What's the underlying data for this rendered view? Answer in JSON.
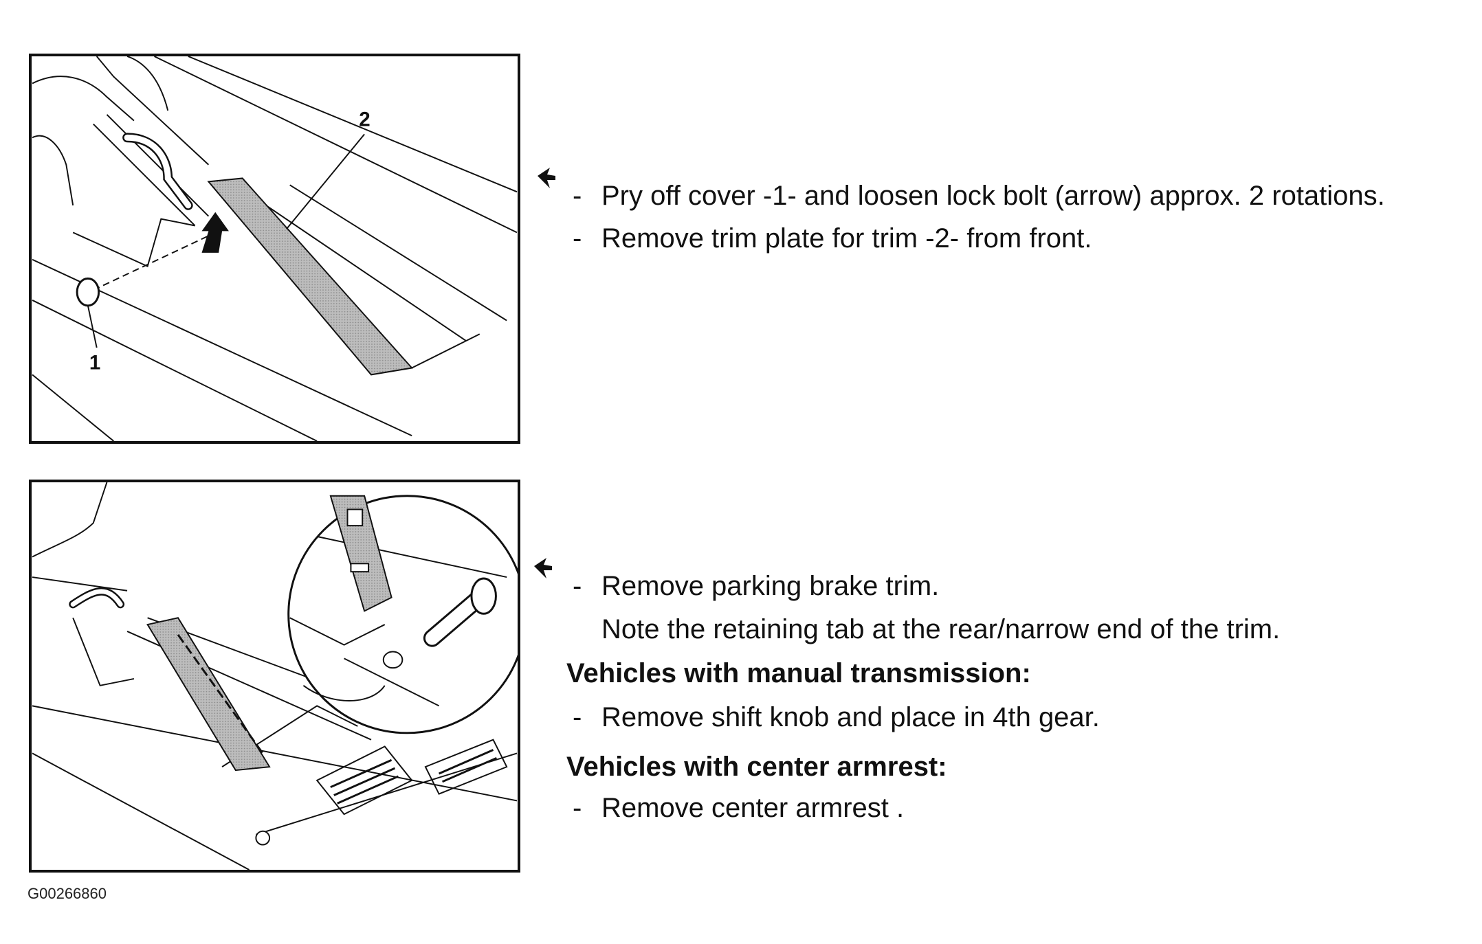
{
  "section1": {
    "figure": {
      "callouts": [
        "2",
        "1"
      ]
    },
    "pointer_icon": "hand-pointer-icon",
    "steps": [
      {
        "bullet": "-",
        "text": "Pry off cover -1- and loosen lock bolt (arrow) approx. 2 rotations."
      },
      {
        "bullet": "-",
        "text": "Remove trim plate for trim -2- from front."
      }
    ]
  },
  "section2": {
    "pointer_icon": "hand-pointer-icon",
    "steps": [
      {
        "bullet": "-",
        "text": "Remove parking brake trim."
      },
      {
        "bullet": "",
        "text": "Note the retaining tab at the rear/narrow end of the trim."
      }
    ],
    "manual": {
      "heading": "Vehicles with manual transmission:",
      "steps": [
        {
          "bullet": "-",
          "text": "Remove shift knob and place in 4th gear."
        }
      ]
    },
    "armrest": {
      "heading": "Vehicles with center armrest:",
      "steps": [
        {
          "bullet": "-",
          "text": "Remove center armrest ."
        }
      ]
    }
  },
  "document_code": "G00266860"
}
